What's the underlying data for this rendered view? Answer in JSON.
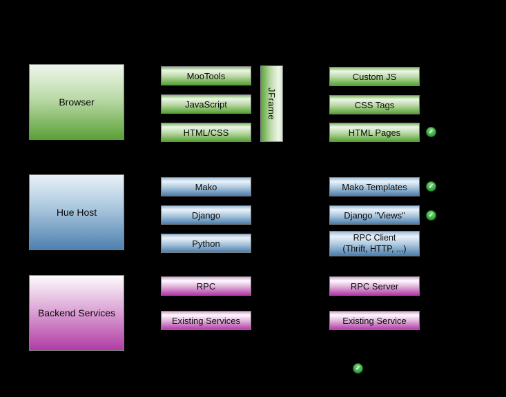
{
  "canvas": {
    "background": "#000000"
  },
  "colors": {
    "green_accent": "#56a233",
    "blue_accent": "#4c7dac",
    "magenta_accent": "#b23ba6",
    "check_badge_green": "#2f9e3f",
    "box_border_gray": "#7f7f7f"
  },
  "icons": {
    "check_glyph": "✓"
  },
  "rows": [
    {
      "id": "browser",
      "label": "Browser",
      "middle": [
        {
          "label": "MooTools"
        },
        {
          "label": "JavaScript"
        },
        {
          "label": "HTML/CSS"
        }
      ],
      "frame": {
        "label": "JFrame"
      },
      "right": [
        {
          "label": "Custom JS",
          "check": false
        },
        {
          "label": "CSS Tags",
          "check": false
        },
        {
          "label": "HTML Pages",
          "check": true
        }
      ]
    },
    {
      "id": "hue-host",
      "label": "Hue Host",
      "middle": [
        {
          "label": "Mako"
        },
        {
          "label": "Django"
        },
        {
          "label": "Python"
        }
      ],
      "right": [
        {
          "label": "Mako Templates",
          "check": true
        },
        {
          "label": "Django \"Views\"",
          "check": true
        },
        {
          "label": "RPC Client",
          "label2": "(Thrift, HTTP, ...)",
          "check": false
        }
      ]
    },
    {
      "id": "backend-services",
      "label": "Backend Services",
      "middle": [
        {
          "label": "RPC"
        },
        {
          "label": "Existing Services"
        }
      ],
      "right": [
        {
          "label": "RPC Server",
          "check": false
        },
        {
          "label": "Existing Service",
          "check": false
        }
      ]
    }
  ],
  "standalone_check": {
    "present": true
  }
}
